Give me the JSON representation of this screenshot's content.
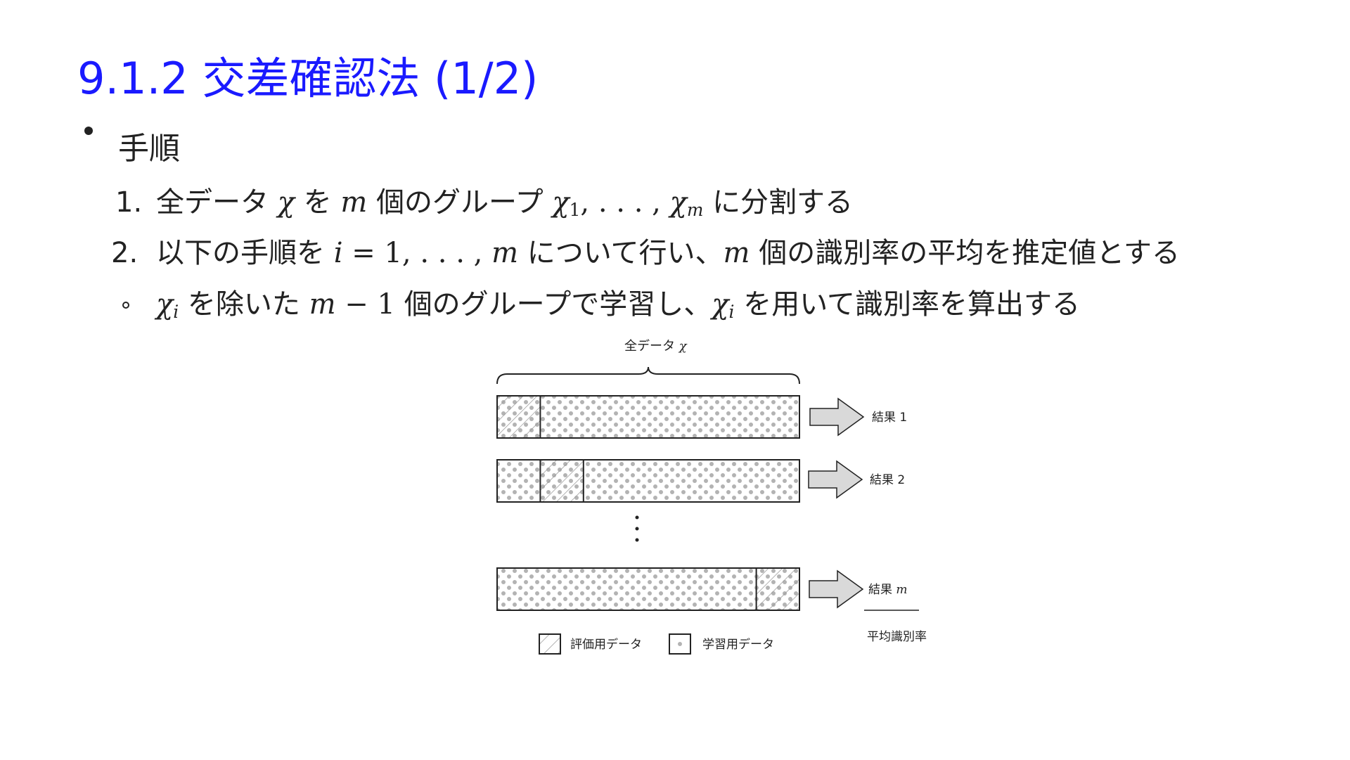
{
  "slide": {
    "title": "9.1.2 交差確認法 (1/2)",
    "title_color": "#1a1aff",
    "bullet": "手順",
    "steps": [
      {
        "number": "1.",
        "text_a": "全データ",
        "sym_chi": "χ",
        "text_b": "を",
        "sym_m": "m",
        "text_c": "個のグループ",
        "sym_chi1": "χ",
        "sub_1": "1",
        "text_dots": ", . . . ,",
        "sym_chim": "χ",
        "sub_m": "m",
        "text_d": "に分割する"
      },
      {
        "number": "2.",
        "text_a": "以下の手順を",
        "expr_i": "i",
        "expr_eq": "= 1, . . . ,",
        "expr_m": "m",
        "text_b": "について行い、",
        "sym_m": "m",
        "text_c": "個の識別率の平均を推定値とする"
      }
    ],
    "substep": {
      "sym_chi": "χ",
      "sub_i": "i",
      "text_a": "を除いた",
      "expr_m": "m",
      "expr_rest": "− 1",
      "text_b": "個のグループで学習し、",
      "sym_chi2": "χ",
      "sub_i2": "i",
      "text_c": "を用いて識別率を算出する"
    }
  },
  "figure": {
    "brace_label": "全データ",
    "brace_sym": "χ",
    "rows": [
      {
        "result_label": "結果 1",
        "result_sym": "",
        "eval_block": 1
      },
      {
        "result_label": "結果 2",
        "result_sym": "",
        "eval_block": 2
      },
      {
        "result_label": "結果",
        "result_sym": "m",
        "eval_block": 7
      }
    ],
    "legend": {
      "eval_label": "評価用データ",
      "train_label": "学習用データ"
    },
    "average_label": "平均識別率",
    "arrow_fill": "#d9d9d9",
    "dot_color": "#b3b3b3",
    "hatch_color": "#9a9a9a"
  }
}
